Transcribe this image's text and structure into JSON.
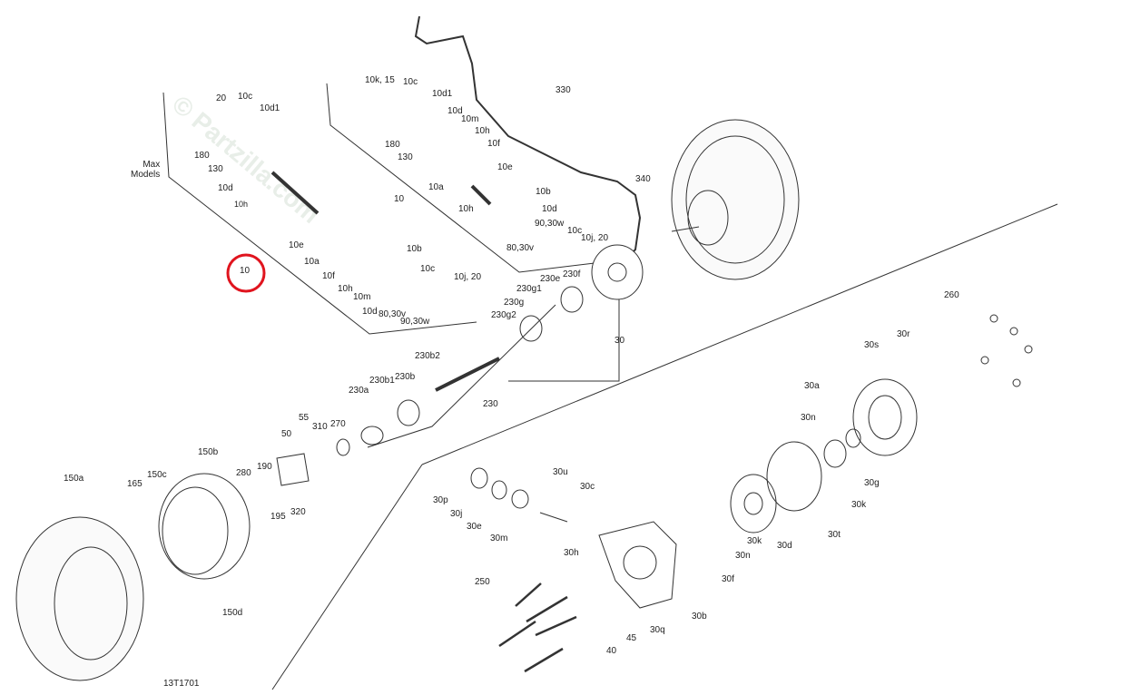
{
  "diagram_id": "13T1701",
  "watermark": "© Partzilla.com",
  "highlight": {
    "label": "10",
    "color": "#e0141e"
  },
  "group_note": [
    "Max",
    "Models"
  ],
  "labels": {
    "a": [
      "20",
      "10c",
      "10d1",
      "180",
      "130",
      "10d",
      "10h",
      "10e",
      "10a",
      "10f",
      "10h",
      "10m",
      "10d",
      "80,30v",
      "90,30w",
      "10b",
      "10c",
      "10j, 20"
    ],
    "b": [
      "10k, 15",
      "10c",
      "10d1",
      "180",
      "130",
      "10d",
      "10m",
      "10h",
      "10f",
      "10e",
      "10a",
      "10",
      "10b",
      "10h",
      "10d",
      "90,30w",
      "80,30v",
      "10c",
      "10j, 20",
      "330",
      "340"
    ],
    "c": [
      "230f",
      "230e",
      "230g1",
      "230g",
      "230g2",
      "30",
      "230b2",
      "230",
      "230a",
      "230b1",
      "230b",
      "55",
      "310",
      "270",
      "50",
      "150b",
      "280",
      "190",
      "320",
      "195",
      "150a",
      "150c",
      "165",
      "150d"
    ],
    "d": [
      "260",
      "30r",
      "30s",
      "30a",
      "30n",
      "30g",
      "30k",
      "30t",
      "30d",
      "30k",
      "30n",
      "30f",
      "30b",
      "30q",
      "45",
      "40",
      "250",
      "30h",
      "30m",
      "30e",
      "30j",
      "30p",
      "30u",
      "30c"
    ]
  }
}
